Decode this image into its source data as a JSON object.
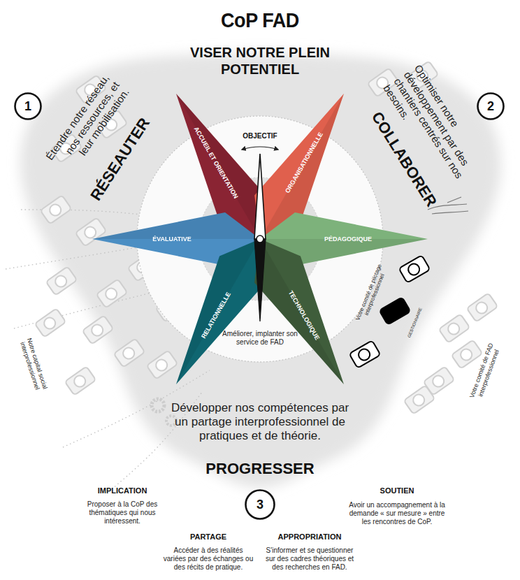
{
  "diagram": {
    "title": "CoP FAD",
    "nodes": [
      {
        "text": [
          "1"
        ]
      },
      {
        "text": [
          "2"
        ]
      },
      {
        "text": [
          "ACCUEIL ET ORIENTATION"
        ]
      },
      {
        "text": [
          "ORGANISATIONNELLE"
        ]
      },
      {
        "text": [
          "ÉVALUATIVE"
        ]
      },
      {
        "text": [
          "PÉDAGOGIQUE"
        ]
      },
      {
        "text": [
          "RELATIONNELLE"
        ]
      },
      {
        "text": [
          "TECHNOLOGIQUE"
        ]
      },
      {
        "text": [
          "3"
        ]
      }
    ],
    "labels": [
      "VISER NOTRE PLEIN POTENTIEL",
      "Étendre notre réseau, nos ressources, et leur mobilisation.",
      "RÉSEAUTER",
      "Optimiser notre développement par des chantiers centrés sur nos besoins.",
      "COLLABORER",
      "OBJECTIF",
      "Améliorer, implanter son service de FAD",
      "Notre capital social interprofessionnel",
      "Votre comité de pilotage interprofessionnel",
      "GESTIONNAIRE",
      "Votre comité de FAD interprofessionnel",
      "Développer nos compétences par un partage interprofessionnel de pratiques et de théorie.",
      "PROGRESSER",
      "IMPLICATION",
      "Proposer à la CoP des thématiques qui nous intéressent.",
      "PARTAGE",
      "Accéder à des réalités variées par des échanges ou des récits de pratique.",
      "APPROPRIATION",
      "S'informer et se questionner sur des cadres théoriques et des recherches en FAD.",
      "SOUTIEN",
      "Avoir un accompagnement à la demande « sur mesure » entre les rencontres de CoP."
    ]
  }
}
